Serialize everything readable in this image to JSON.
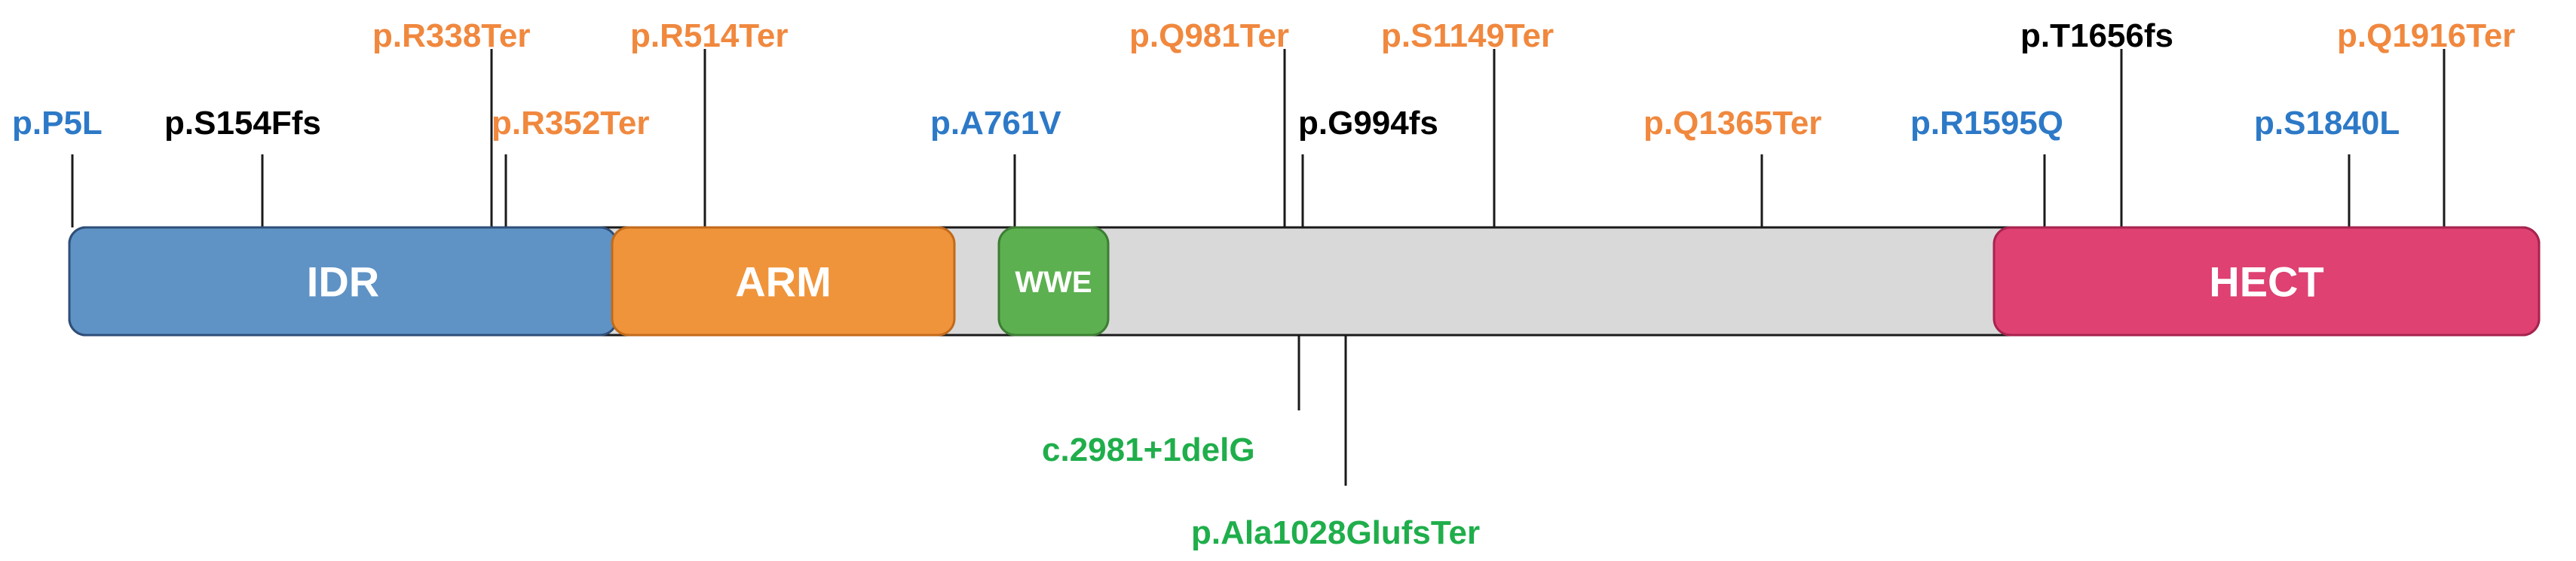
{
  "protein": {
    "domains": [
      {
        "id": "idr",
        "label": "IDR",
        "color": "#5f93c5",
        "border": "#2f4f7a"
      },
      {
        "id": "arm",
        "label": "ARM",
        "color": "#f0943b",
        "border": "#c26a1b"
      },
      {
        "id": "wwe",
        "label": "WWE",
        "color": "#5cb050",
        "border": "#3d7d34"
      },
      {
        "id": "hect",
        "label": "HECT",
        "color": "#de4172",
        "border": "#a8234f"
      }
    ],
    "backbone_color": "#d9d9d9"
  },
  "variant_colors": {
    "missense": "#2d79c7",
    "frameshift": "#000000",
    "nonsense": "#f0883e",
    "splice_or_novel": "#1fae4b"
  },
  "variants_above": [
    {
      "label": "p.P5L",
      "type": "missense"
    },
    {
      "label": "p.S154Ffs",
      "type": "frameshift"
    },
    {
      "label": "p.R338Ter",
      "type": "nonsense"
    },
    {
      "label": "p.R352Ter",
      "type": "nonsense"
    },
    {
      "label": "p.R514Ter",
      "type": "nonsense"
    },
    {
      "label": "p.A761V",
      "type": "missense"
    },
    {
      "label": "p.Q981Ter",
      "type": "nonsense"
    },
    {
      "label": "p.G994fs",
      "type": "frameshift"
    },
    {
      "label": "p.S1149Ter",
      "type": "nonsense"
    },
    {
      "label": "p.Q1365Ter",
      "type": "nonsense"
    },
    {
      "label": "p.R1595Q",
      "type": "missense"
    },
    {
      "label": "p.T1656fs",
      "type": "frameshift"
    },
    {
      "label": "p.S1840L",
      "type": "missense"
    },
    {
      "label": "p.Q1916Ter",
      "type": "nonsense"
    }
  ],
  "variants_below": [
    {
      "label": "c.2981+1delG",
      "type": "splice_or_novel"
    },
    {
      "label": "p.Ala1028GlufsTer",
      "type": "splice_or_novel"
    }
  ]
}
